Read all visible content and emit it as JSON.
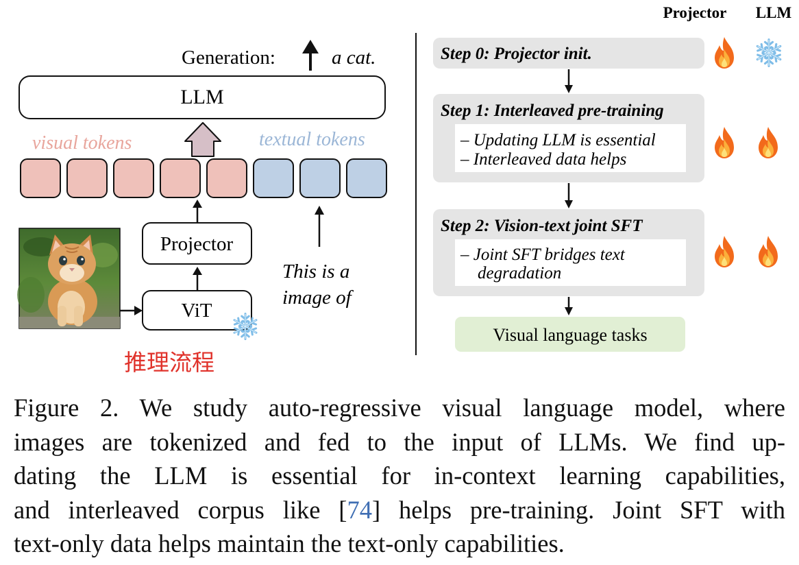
{
  "figure": {
    "left_panel": {
      "generation_label": "Generation:",
      "generation_output": "a cat.",
      "llm_label": "LLM",
      "visual_tokens_label": "visual tokens",
      "textual_tokens_label": "textual tokens",
      "projector_label": "Projector",
      "vit_label": "ViT",
      "prompt_line1": "This is a",
      "prompt_line2": "image of",
      "inference_label": "推理流程",
      "visual_token_count": 5,
      "textual_token_count": 3
    },
    "right_panel": {
      "column_projector": "Projector",
      "column_llm": "LLM",
      "steps": [
        {
          "title": "Step 0: Projector init.",
          "bullets": [],
          "projector_state": "fire",
          "llm_state": "frozen"
        },
        {
          "title": "Step 1: Interleaved pre-training",
          "bullets": [
            "Updating LLM is essential",
            "Interleaved data helps"
          ],
          "projector_state": "fire",
          "llm_state": "fire"
        },
        {
          "title": "Step 2: Vision-text joint SFT",
          "bullets": [
            "Joint SFT bridges text",
            "degradation"
          ],
          "projector_state": "fire",
          "llm_state": "fire"
        }
      ],
      "final_task": "Visual language tasks"
    },
    "colors": {
      "visual_token_fill": "#efc1ba",
      "textual_token_fill": "#bed0e5",
      "visual_label": "#e8a59c",
      "textual_label": "#9bb6d6",
      "step_box": "#e5e5e5",
      "final_box": "#e1efd4",
      "inference_label": "#e0322b",
      "up_arrow_fill": "#d6bfc7",
      "fire": "#f26a1b",
      "snow": "#8fc7ec"
    },
    "icons": {
      "fire": "fire-icon",
      "snow": "snowflake-icon",
      "cat": "cat-photo"
    }
  },
  "caption": {
    "line1": "Figure 2. We study auto-regressive visual language model, where",
    "line2": "images are tokenized and fed to the input of LLMs. We find up-",
    "line3": "dating the LLM is essential for in-context learning capabilities,",
    "line4_prefix": "and interleaved corpus like [",
    "line4_ref": "74",
    "line4_suffix": "] helps pre-training. Joint SFT with",
    "line5": "text-only data helps maintain the text-only capabilities."
  }
}
